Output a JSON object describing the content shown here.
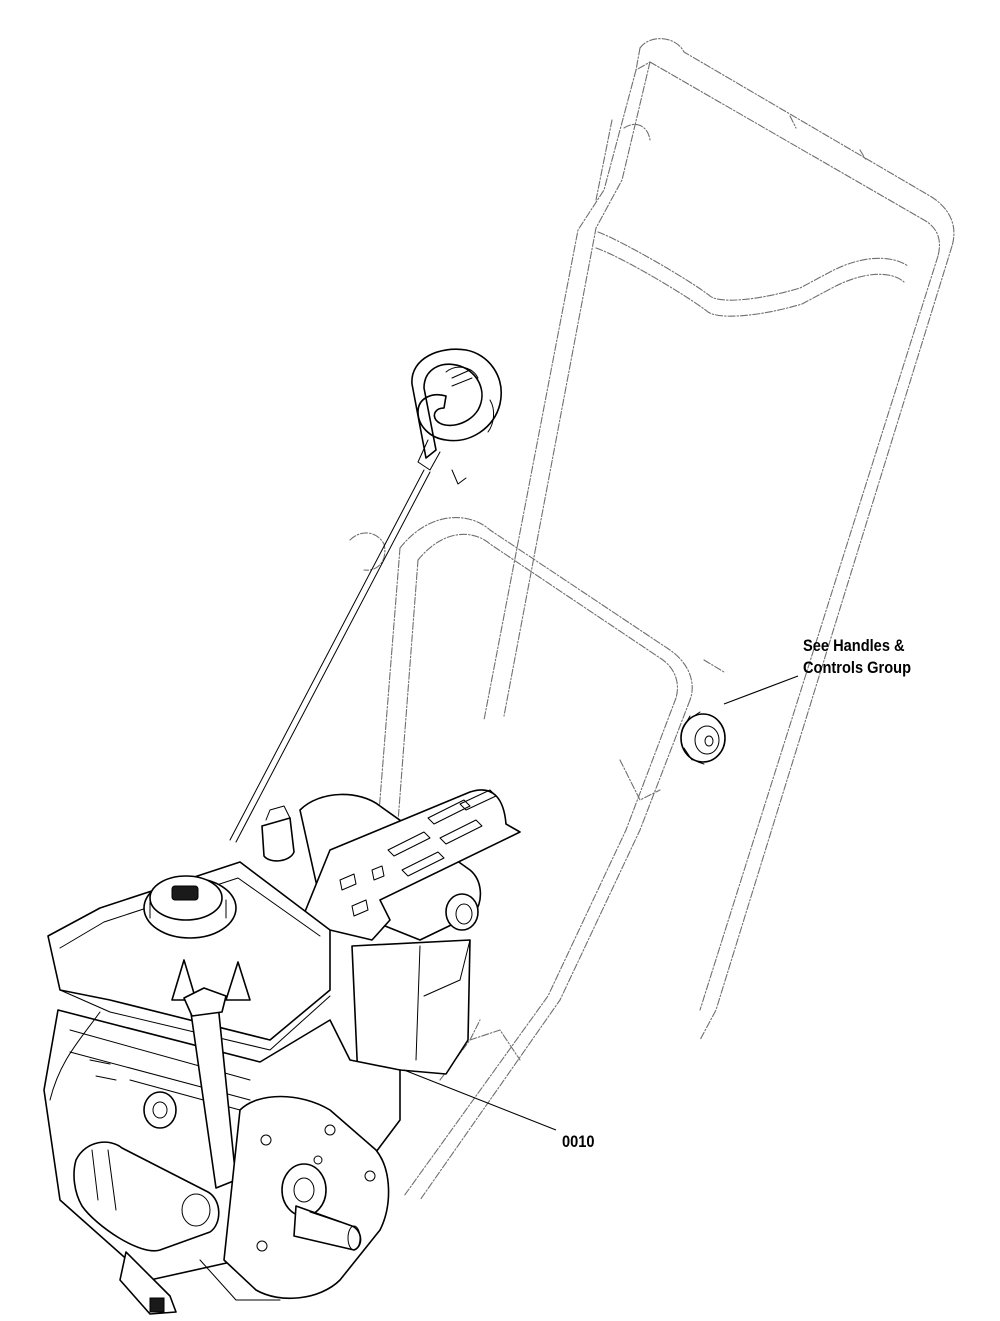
{
  "callouts": {
    "handles_group": {
      "line1": "See Handles &",
      "line2": "Controls Group"
    },
    "part_number": "0010"
  },
  "colors": {
    "line_art": "#000000",
    "phantom_lines": "#6f6f6f",
    "background": "#ffffff"
  }
}
